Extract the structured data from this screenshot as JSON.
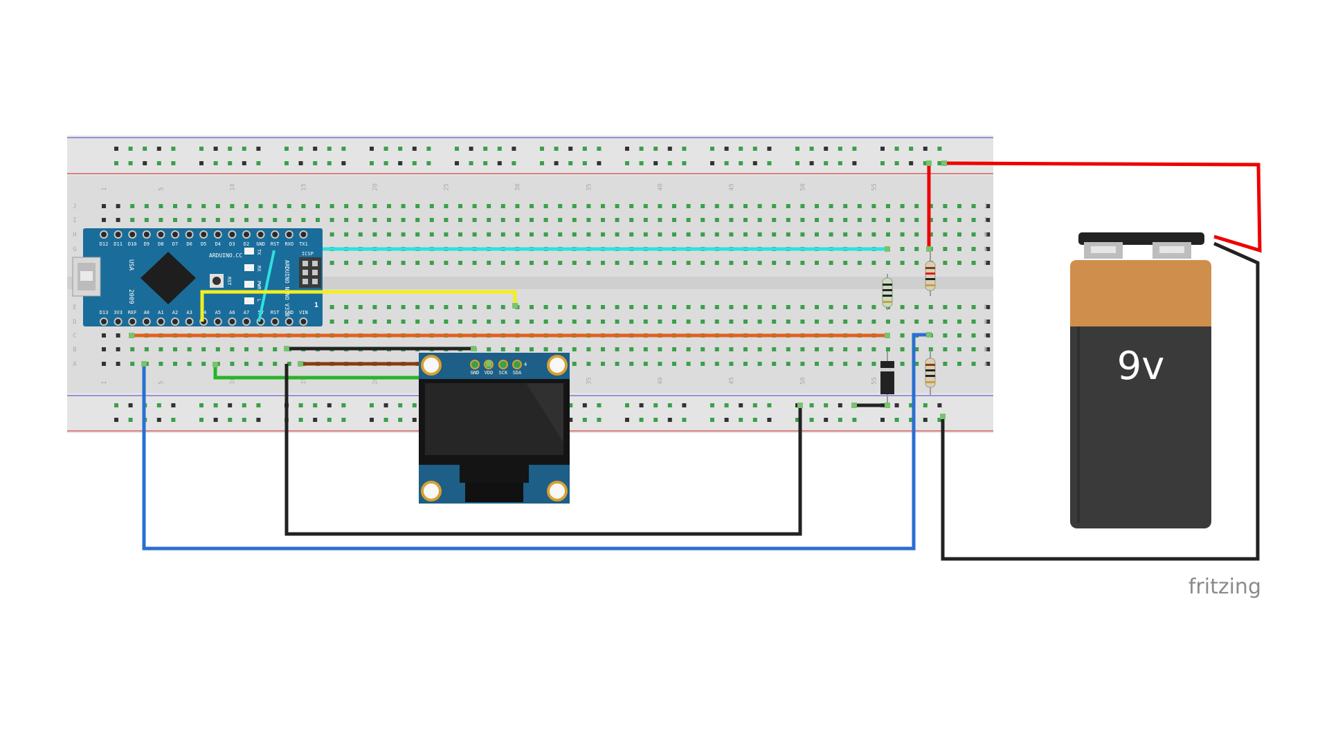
{
  "brand": "fritzing",
  "battery": {
    "label": "9v",
    "colors": {
      "top": "#d08e4c",
      "body": "#3a3a3a",
      "cap": "#222222"
    }
  },
  "arduino": {
    "chip_label": "ARDUINO.CC",
    "model_label": "ARDUINO NANO V3.0",
    "usa": "USA",
    "year": "2009",
    "top_pins": [
      "D12",
      "D11",
      "D10",
      "D9",
      "D8",
      "D7",
      "D6",
      "D5",
      "D4",
      "D3",
      "D2",
      "GND",
      "RST",
      "RXO",
      "TX1"
    ],
    "bottom_pins": [
      "D13",
      "3V3",
      "REF",
      "A0",
      "A1",
      "A2",
      "A3",
      "A4",
      "A5",
      "A6",
      "A7",
      "5V",
      "RST",
      "GND",
      "VIN"
    ],
    "led_labels": [
      "TX",
      "RX",
      "PWR",
      "L"
    ],
    "rst_label": "RST",
    "icsp_label": "ICSP",
    "one_label": "1"
  },
  "oled": {
    "pins": [
      "GND",
      "VDD",
      "SCK",
      "SDA"
    ],
    "pin_count_label": "4"
  },
  "breadboard": {
    "row_letters_top": [
      "J",
      "I",
      "H",
      "G",
      "F"
    ],
    "row_letters_bottom": [
      "E",
      "D",
      "C",
      "B",
      "A"
    ],
    "column_numbers": [
      "1",
      "5",
      "10",
      "15",
      "20",
      "25",
      "30",
      "35",
      "40",
      "45",
      "50",
      "55"
    ]
  },
  "wire_colors": {
    "red": "#ee0000",
    "black": "#222222",
    "blue": "#2a6fd1",
    "cyan": "#2ee0e0",
    "yellow": "#f2ee22",
    "orange": "#e0621e",
    "green": "#28b428",
    "brown": "#8a3a10"
  }
}
